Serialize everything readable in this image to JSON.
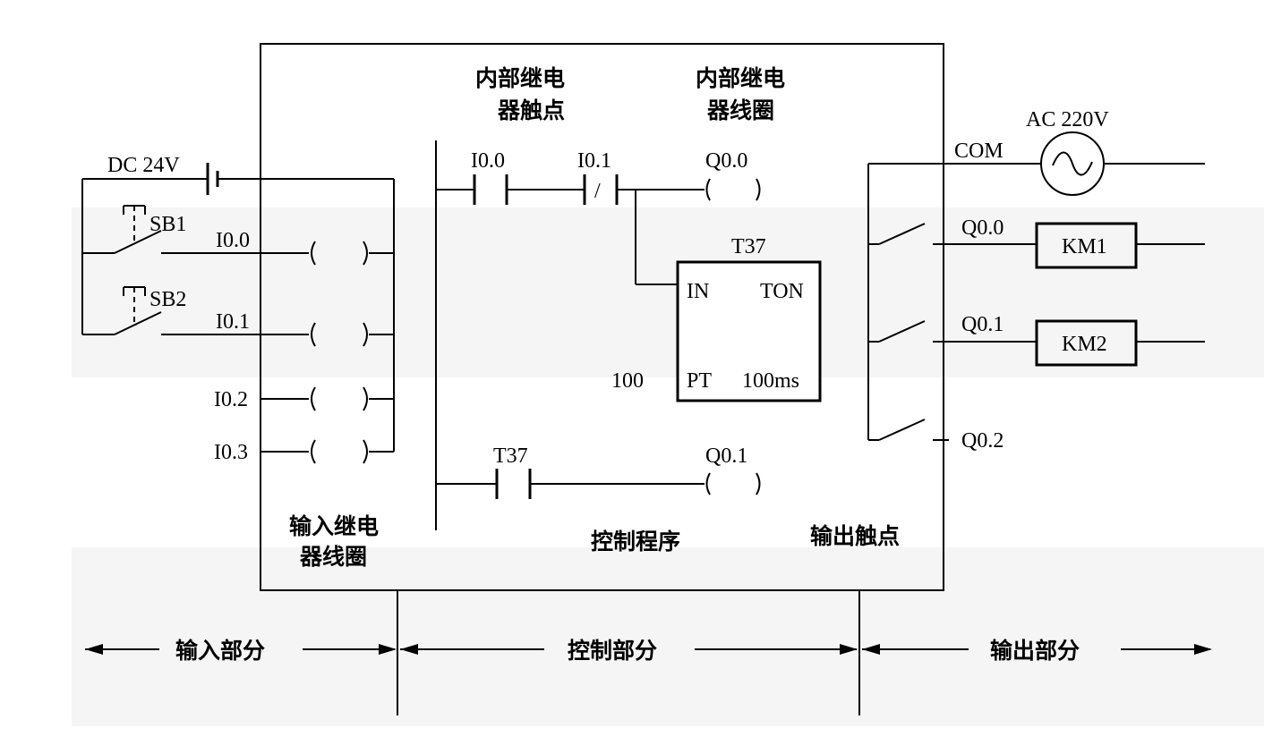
{
  "labels": {
    "dc_source": "DC 24V",
    "ac_source": "AC 220V",
    "com": "COM",
    "sb1": "SB1",
    "sb2": "SB2",
    "i00": "I0.0",
    "i01": "I0.1",
    "i02": "I0.2",
    "i03": "I0.3",
    "ctrl_i00": "I0.0",
    "ctrl_i01": "I0.1",
    "nc_slash": "/",
    "ctrl_q00": "Q0.0",
    "ctrl_t37_contact": "T37",
    "ctrl_q01": "Q0.1",
    "timer_name": "T37",
    "timer_in": "IN",
    "timer_type": "TON",
    "timer_pt": "PT",
    "timer_base": "100ms",
    "timer_preset": "100",
    "out_q00": "Q0.0",
    "out_q01": "Q0.1",
    "out_q02": "Q0.2",
    "km1": "KM1",
    "km2": "KM2",
    "contacts_title_1": "内部继电",
    "contacts_title_2": "器触点",
    "coils_title_1": "内部继电",
    "coils_title_2": "器线圈",
    "input_coils_1": "输入继电",
    "input_coils_2": "器线圈",
    "control_program": "控制程序",
    "output_contacts": "输出触点",
    "section_input": "输入部分",
    "section_control": "控制部分",
    "section_output": "输出部分"
  }
}
